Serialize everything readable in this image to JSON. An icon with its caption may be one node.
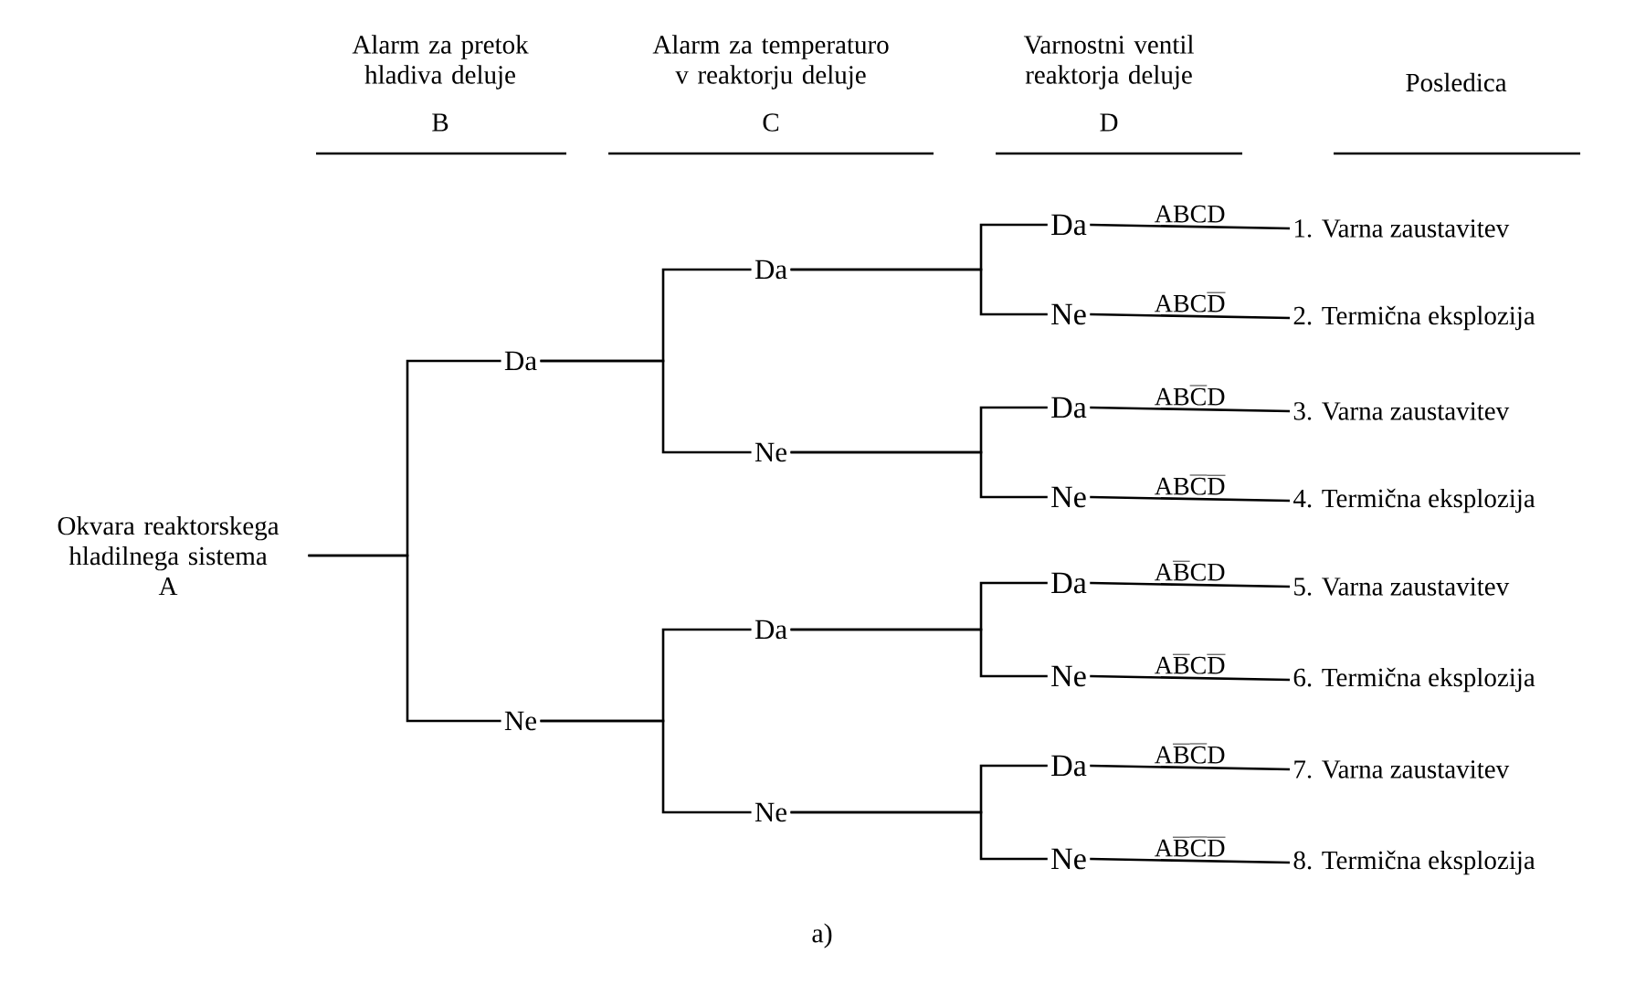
{
  "diagram": {
    "caption": "a)",
    "nodes": [
      {
        "text": [
          "Okvara reaktorskega hladilnega sistema",
          "A"
        ]
      },
      {
        "text": [
          "Da"
        ]
      },
      {
        "text": [
          "Ne"
        ]
      },
      {
        "text": [
          "Da"
        ]
      },
      {
        "text": [
          "Ne"
        ]
      },
      {
        "text": [
          "Da"
        ]
      },
      {
        "text": [
          "Ne"
        ]
      },
      {
        "text": [
          "Da"
        ]
      },
      {
        "text": [
          "Ne"
        ]
      },
      {
        "text": [
          "Da"
        ]
      },
      {
        "text": [
          "Ne"
        ]
      },
      {
        "text": [
          "Da"
        ]
      },
      {
        "text": [
          "Ne"
        ]
      },
      {
        "text": [
          "Da"
        ]
      },
      {
        "text": [
          "Ne"
        ]
      },
      {
        "text": [
          "1. Varna zaustavitev"
        ]
      },
      {
        "text": [
          "2. Termična eksplozija"
        ]
      },
      {
        "text": [
          "3. Varna zaustavitev"
        ]
      },
      {
        "text": [
          "4. Termična eksplozija"
        ]
      },
      {
        "text": [
          "5. Varna zaustavitev"
        ]
      },
      {
        "text": [
          "6. Termična eksplozija"
        ]
      },
      {
        "text": [
          "7. Varna zaustavitev"
        ]
      },
      {
        "text": [
          "8. Termična eksplozija"
        ]
      }
    ],
    "edges": [
      {
        "from": 0,
        "to": 1,
        "arrow": "none"
      },
      {
        "from": 0,
        "to": 2,
        "arrow": "none"
      },
      {
        "from": 1,
        "to": 3,
        "arrow": "none"
      },
      {
        "from": 1,
        "to": 4,
        "arrow": "none"
      },
      {
        "from": 2,
        "to": 5,
        "arrow": "none"
      },
      {
        "from": 2,
        "to": 6,
        "arrow": "none"
      },
      {
        "from": 3,
        "to": 7,
        "arrow": "none"
      },
      {
        "from": 3,
        "to": 8,
        "arrow": "none"
      },
      {
        "from": 4,
        "to": 9,
        "arrow": "none"
      },
      {
        "from": 4,
        "to": 10,
        "arrow": "none"
      },
      {
        "from": 5,
        "to": 11,
        "arrow": "none"
      },
      {
        "from": 5,
        "to": 12,
        "arrow": "none"
      },
      {
        "from": 6,
        "to": 13,
        "arrow": "none"
      },
      {
        "from": 6,
        "to": 14,
        "arrow": "none"
      },
      {
        "from": 7,
        "to": 15,
        "arrow": "none",
        "label": "\\mathrm{ABCD}"
      },
      {
        "from": 8,
        "to": 16,
        "arrow": "none",
        "label": "\\mathrm{ABC\\overline{D}}"
      },
      {
        "from": 9,
        "to": 17,
        "arrow": "none",
        "label": "\\mathrm{AB\\overline{C}D}"
      },
      {
        "from": 10,
        "to": 18,
        "arrow": "none",
        "label": "\\mathrm{AB\\overline{C}\\overline{D}}"
      },
      {
        "from": 11,
        "to": 19,
        "arrow": "none",
        "label": "\\mathrm{A\\overline{B}CD}"
      },
      {
        "from": 12,
        "to": 20,
        "arrow": "none",
        "label": "\\mathrm{A\\overline{B}C\\overline{D}}"
      },
      {
        "from": 13,
        "to": 21,
        "arrow": "none",
        "label": "\\mathrm{A\\overline{B}\\overline{C}D}"
      },
      {
        "from": 14,
        "to": 22,
        "arrow": "none",
        "label": "\\mathrm{A\\overline{B}\\overline{C}\\overline{D}}"
      }
    ],
    "labels": [
      "Alarm za pretok hladiva deluje",
      "B",
      "Alarm za temperaturo v reaktorju deluje",
      "C",
      "Varnostni ventil reaktorja deluje",
      "D",
      "Posledica"
    ]
  }
}
